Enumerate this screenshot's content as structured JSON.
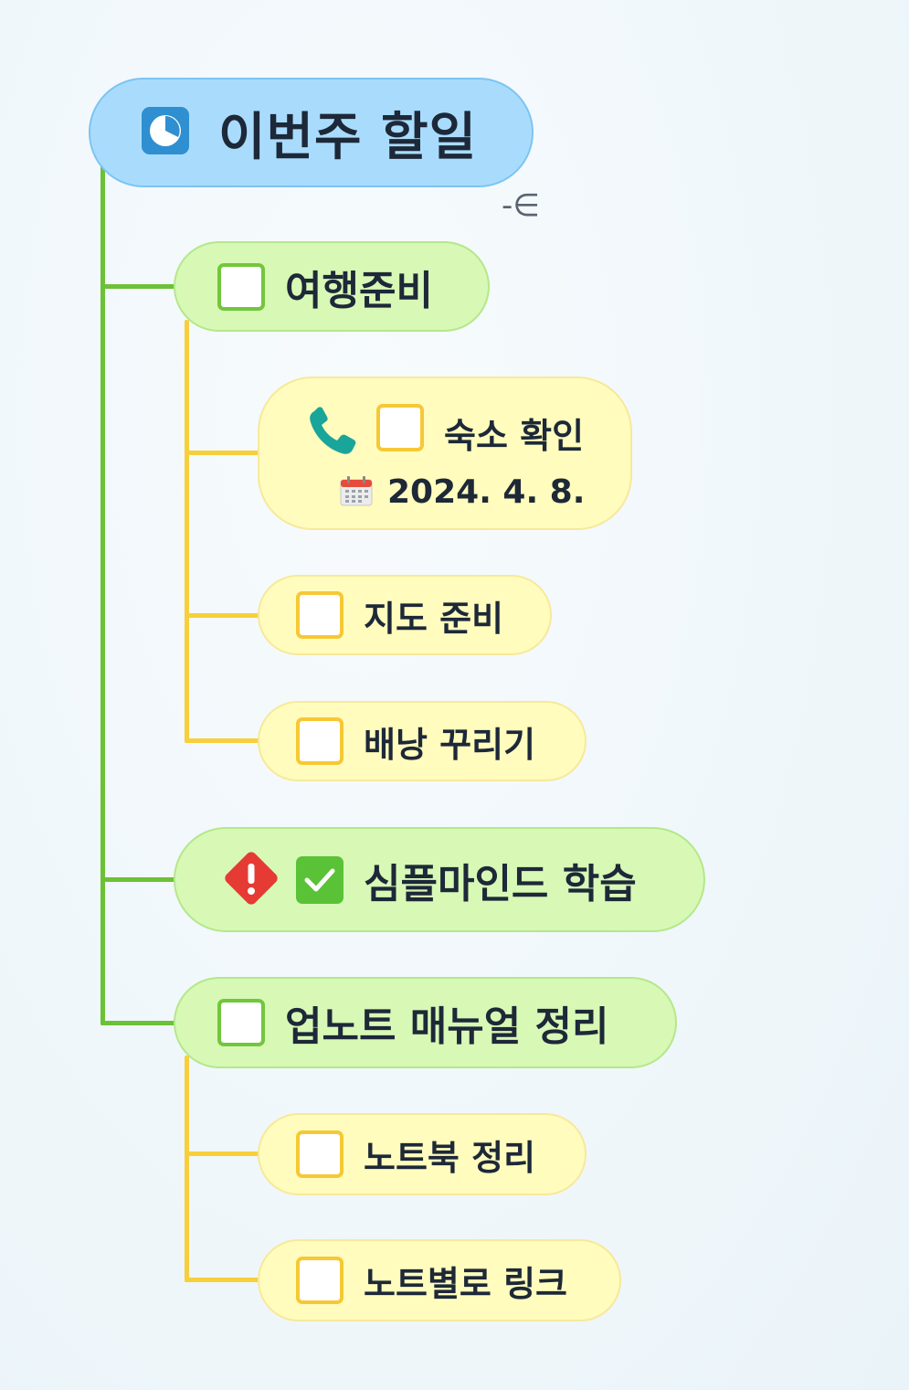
{
  "root": {
    "title": "이번주 할일",
    "icon": "clock-pie-icon"
  },
  "collapse": {
    "symbol": "-∈"
  },
  "nodes": {
    "travel": {
      "label": "여행준비",
      "children": {
        "lodging": {
          "label": "숙소 확인",
          "date": "2024. 4. 8.",
          "icon": "phone-icon"
        },
        "map": {
          "label": "지도 준비"
        },
        "backpack": {
          "label": "배낭 꾸리기"
        }
      }
    },
    "simplemind": {
      "label": "심플마인드 학습",
      "checked": true,
      "icon": "exclamation-diamond-icon"
    },
    "upnote": {
      "label": "업노트 매뉴얼 정리",
      "children": {
        "notebook": {
          "label": "노트북 정리"
        },
        "link": {
          "label": "노트별로 링크"
        }
      }
    }
  },
  "colors": {
    "root_fill": "#a9dcfc",
    "green_fill": "#d8f8b6",
    "yellow_fill": "#fffcbd",
    "green_line": "#6cc136",
    "yellow_line": "#f7cf3a"
  }
}
